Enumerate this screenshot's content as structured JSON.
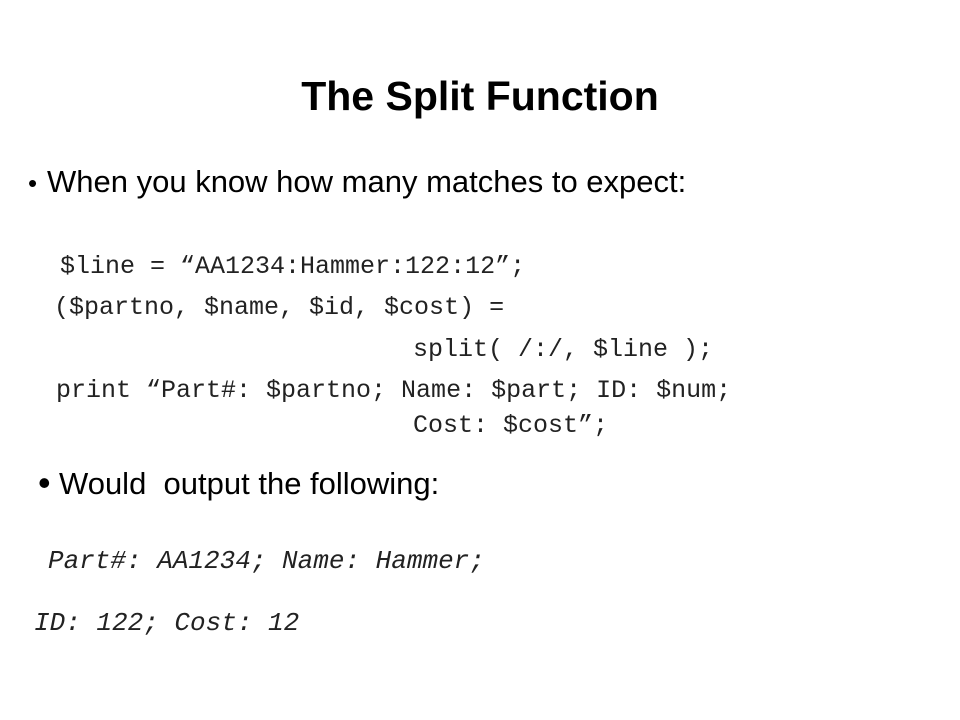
{
  "slide": {
    "title": "The Split Function",
    "bullets": [
      {
        "marker": "•",
        "text": "When you know how many matches to expect:"
      },
      {
        "marker": "•",
        "text": "Would  output the following:"
      }
    ],
    "code_lines": [
      "$line = “AA1234:Hammer:122:12”;",
      "($partno, $name, $id, $cost) =",
      "split( /:/, $line );",
      "print “Part#: $partno; Name: $part; ID: $num;",
      "Cost: $cost”;"
    ],
    "output_lines": [
      "Part#: AA1234; Name: Hammer;",
      "ID: 122; Cost: 12"
    ]
  }
}
